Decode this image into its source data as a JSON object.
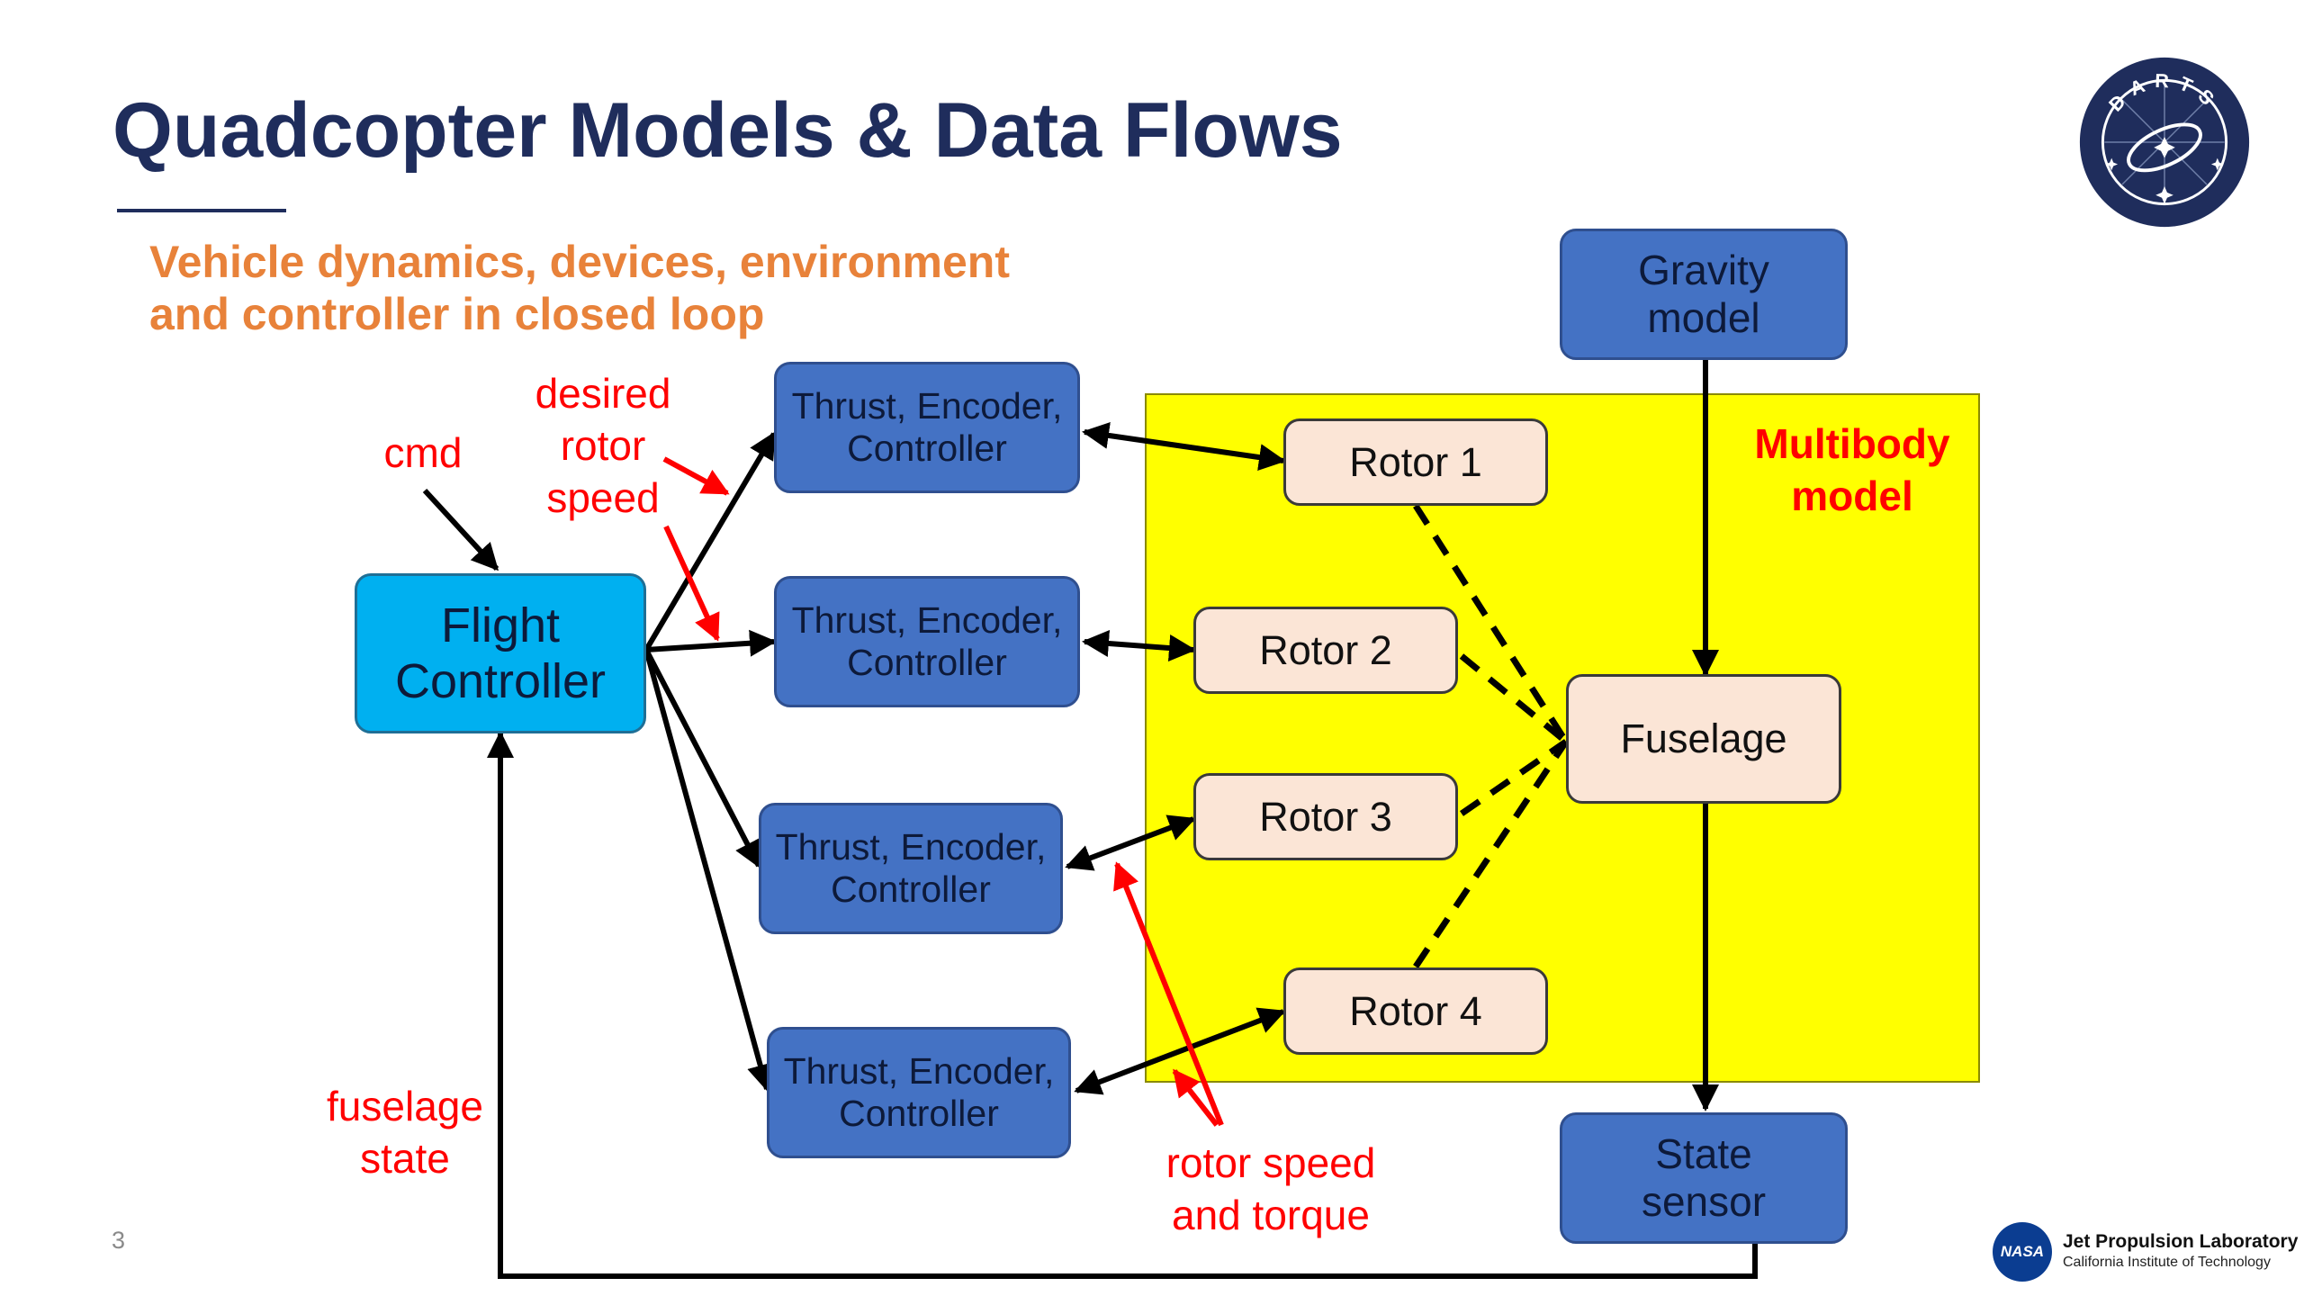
{
  "slide": {
    "title": "Quadcopter Models & Data Flows",
    "subtitle_line1": "Vehicle dynamics, devices, environment",
    "subtitle_line2": "and controller in closed loop",
    "page_number": "3"
  },
  "diagram": {
    "region_label_line1": "Multibody",
    "region_label_line2": "model",
    "flight_controller": {
      "line1": "Flight",
      "line2": "Controller"
    },
    "tec_blocks": [
      {
        "line1": "Thrust, Encoder,",
        "line2": "Controller"
      },
      {
        "line1": "Thrust, Encoder,",
        "line2": "Controller"
      },
      {
        "line1": "Thrust, Encoder,",
        "line2": "Controller"
      },
      {
        "line1": "Thrust, Encoder,",
        "line2": "Controller"
      }
    ],
    "rotors": [
      "Rotor 1",
      "Rotor 2",
      "Rotor 3",
      "Rotor 4"
    ],
    "fuselage": "Fuselage",
    "gravity_model": {
      "line1": "Gravity",
      "line2": "model"
    },
    "state_sensor": {
      "line1": "State",
      "line2": "sensor"
    },
    "labels": {
      "cmd": "cmd",
      "desired_rotor_speed": [
        "desired",
        "rotor",
        "speed"
      ],
      "fuselage_state": [
        "fuselage",
        "state"
      ],
      "rotor_speed_torque": [
        "rotor speed",
        "and torque"
      ]
    },
    "colors": {
      "title": "#1f2d5c",
      "subtitle": "#e8823a",
      "annotation": "#ff0000",
      "region": "#ffff00",
      "device_block": "#4472c4",
      "controller_block": "#00b0f0",
      "body_block": "#fbe5d6"
    }
  },
  "logos": {
    "darts_text": "DARTS",
    "nasa_text": "NASA",
    "jpl_name": "Jet Propulsion Laboratory",
    "jpl_subtitle": "California Institute of Technology"
  }
}
